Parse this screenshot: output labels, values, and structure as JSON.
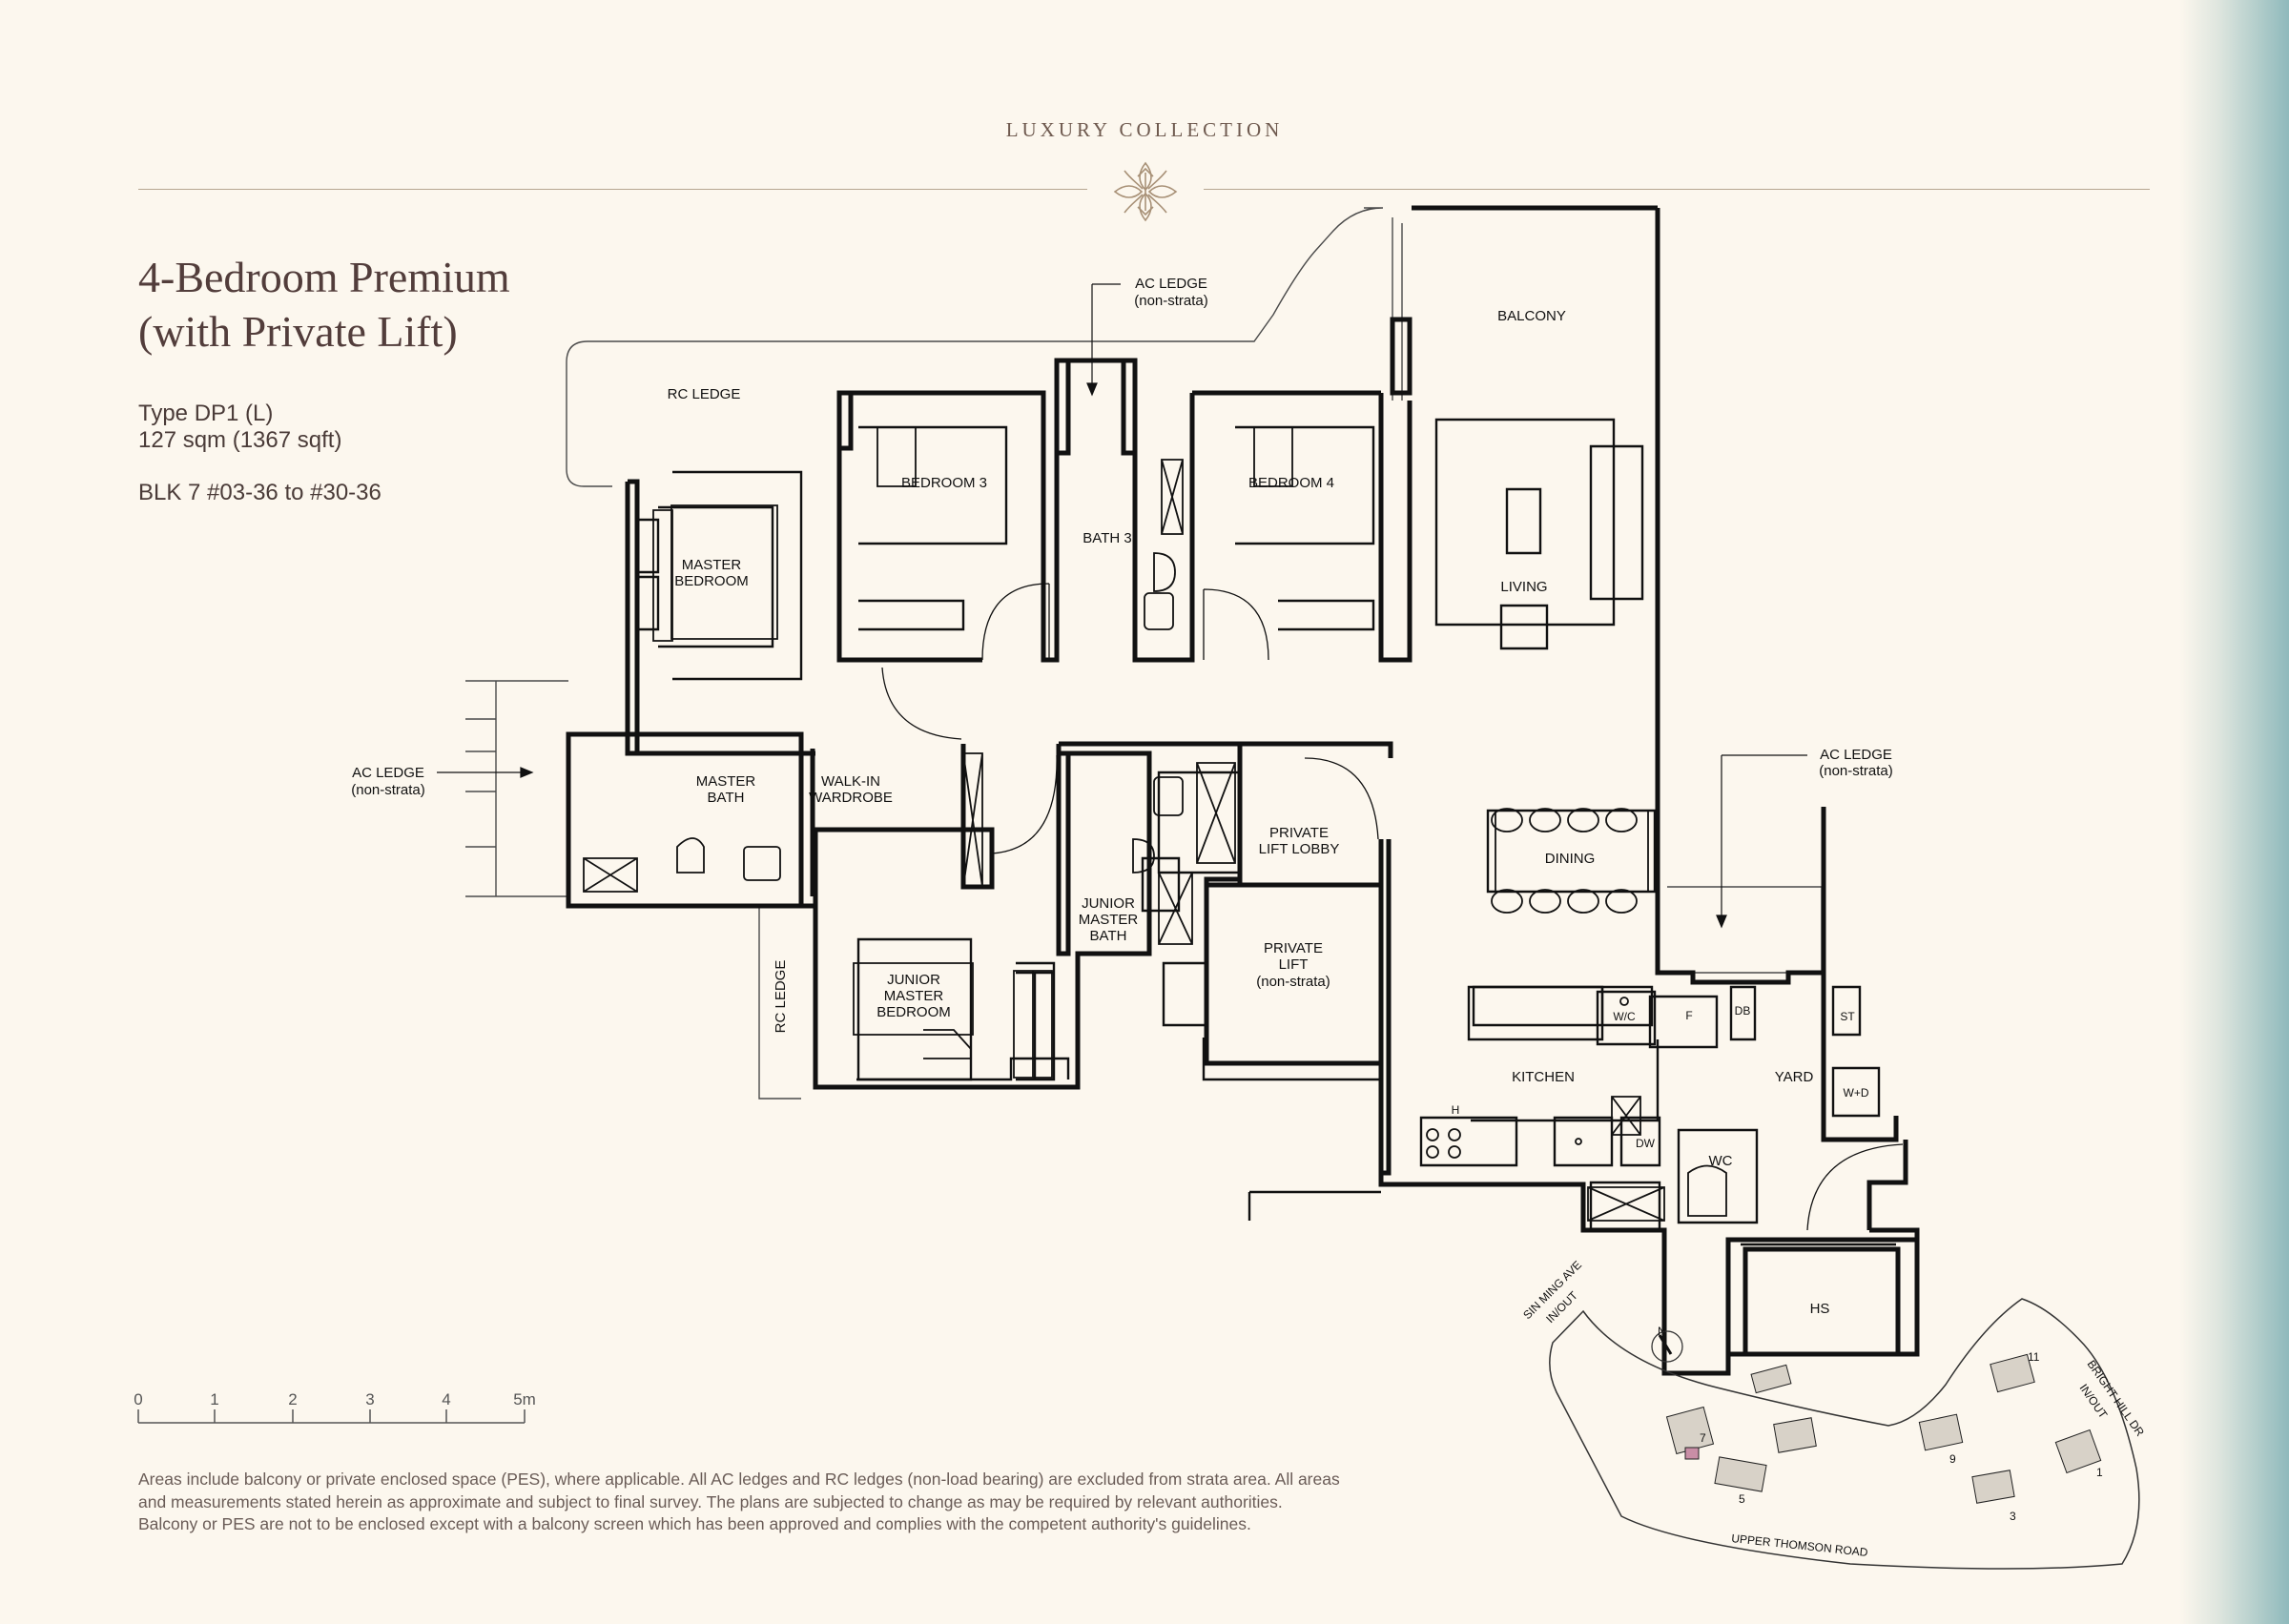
{
  "header": {
    "collection": "LUXURY COLLECTION"
  },
  "unit": {
    "title_line1": "4-Bedroom Premium",
    "title_line2": "(with Private Lift)",
    "type": "Type DP1 (L)",
    "area": "127 sqm (1367 sqft)",
    "block": "BLK 7 #03-36 to #30-36"
  },
  "rooms": {
    "balcony": "BALCONY",
    "rc_ledge_top": "RC LEDGE",
    "ac_ledge_top_1": "AC LEDGE",
    "ac_ledge_top_2": "(non-strata)",
    "bedroom3": "BEDROOM 3",
    "bedroom4": "BEDROOM 4",
    "bath3": "BATH 3",
    "living": "LIVING",
    "master_bedroom_1": "MASTER",
    "master_bedroom_2": "BEDROOM",
    "ac_ledge_left_1": "AC LEDGE",
    "ac_ledge_left_2": "(non-strata)",
    "master_bath_1": "MASTER",
    "master_bath_2": "BATH",
    "walkin_1": "WALK-IN",
    "walkin_2": "WARDROBE",
    "private_lift_lobby_1": "PRIVATE",
    "private_lift_lobby_2": "LIFT LOBBY",
    "private_lift_1": "PRIVATE",
    "private_lift_2": "LIFT",
    "private_lift_3": "(non-strata)",
    "junior_master_bath_1": "JUNIOR",
    "junior_master_bath_2": "MASTER",
    "junior_master_bath_3": "BATH",
    "junior_master_bedroom_1": "JUNIOR",
    "junior_master_bedroom_2": "MASTER",
    "junior_master_bedroom_3": "BEDROOM",
    "rc_ledge_left": "RC LEDGE",
    "ac_ledge_right_1": "AC LEDGE",
    "ac_ledge_right_2": "(non-strata)",
    "dining": "DINING",
    "kitchen": "KITCHEN",
    "yard": "YARD",
    "wc": "WC",
    "hs": "HS",
    "wc_fixture": "W/C",
    "fridge": "F",
    "db": "DB",
    "st": "ST",
    "wd": "W+D",
    "dw": "DW",
    "hob": "H"
  },
  "scale": {
    "ticks": [
      "0",
      "1",
      "2",
      "3",
      "4",
      "5m"
    ]
  },
  "keyplan": {
    "road_left_1": "SIN MING AVE",
    "road_left_2": "IN/OUT",
    "road_right_1": "BRIGHT HILL DR",
    "road_right_2": "IN/OUT",
    "road_bottom": "UPPER THOMSON ROAD",
    "north": "N",
    "blocks": [
      "11",
      "9",
      "7",
      "5",
      "3",
      "1"
    ],
    "highlight_color": "#c98ea6"
  },
  "disclaimer": {
    "line1": "Areas include balcony or private enclosed space (PES), where applicable. All AC ledges and RC ledges (non-load bearing) are excluded from strata area. All areas",
    "line2": "and measurements stated herein as approximate and subject to final survey. The plans are subjected to change as may be required by relevant authorities.",
    "line3": "Balcony or PES are not to be enclosed except with a balcony screen which has been approved and complies with the competent authority's guidelines."
  }
}
